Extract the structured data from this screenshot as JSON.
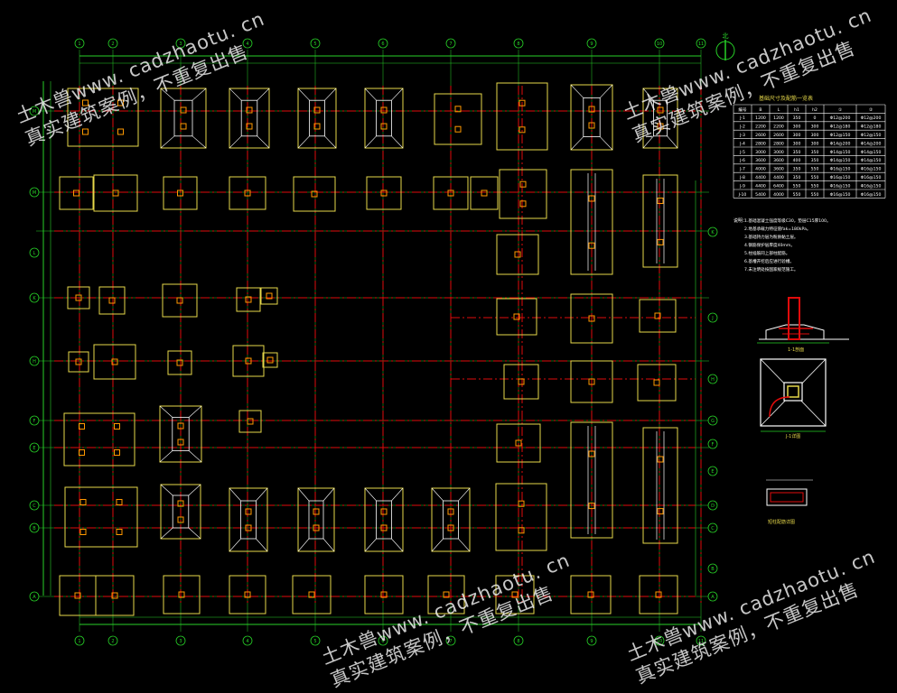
{
  "drawing": {
    "background": "#000000",
    "colors": {
      "axis": "#e10b0b",
      "footing": "#e6d84a",
      "grid": "#27d127",
      "label": "#e6d84a",
      "table": "#ffffff",
      "watermark": "#ffffff",
      "pier": "#ff9900"
    },
    "north_arrow_label": "北",
    "column_axes_top": [
      "1",
      "2",
      "3",
      "4",
      "5",
      "6",
      "7",
      "8",
      "9",
      "10",
      "11"
    ],
    "column_axes_bottom": [
      "1",
      "2",
      "3",
      "4",
      "5",
      "6",
      "7",
      "8",
      "9",
      "10",
      "11"
    ],
    "row_axes_left": [
      "M",
      "M",
      "L",
      "K",
      "H",
      "F",
      "E",
      "C",
      "B",
      "A"
    ],
    "row_axes_right": [
      "K",
      "J",
      "H",
      "G",
      "F",
      "E",
      "D",
      "C",
      "B",
      "A"
    ]
  },
  "schedule_table": {
    "title": "基础尺寸及配筋一览表",
    "headers": [
      "编号",
      "B",
      "L",
      "h1",
      "h2",
      "①",
      "②"
    ],
    "rows": [
      [
        "J-1",
        "1200",
        "1200",
        "350",
        "0",
        "Φ12@200",
        "Φ12@200"
      ],
      [
        "J-2",
        "2200",
        "2200",
        "300",
        "300",
        "Φ12@180",
        "Φ12@180"
      ],
      [
        "J-3",
        "2600",
        "2600",
        "300",
        "300",
        "Φ12@150",
        "Φ12@150"
      ],
      [
        "J-4",
        "2800",
        "2800",
        "300",
        "300",
        "Φ14@200",
        "Φ14@200"
      ],
      [
        "J-5",
        "3000",
        "3000",
        "350",
        "350",
        "Φ14@150",
        "Φ14@150"
      ],
      [
        "J-6",
        "3600",
        "3600",
        "400",
        "350",
        "Φ14@150",
        "Φ14@150"
      ],
      [
        "J-7",
        "4000",
        "3600",
        "350",
        "550",
        "Φ16@150",
        "Φ16@150"
      ],
      [
        "J-8",
        "4400",
        "4400",
        "350",
        "550",
        "Φ16@150",
        "Φ16@150"
      ],
      [
        "J-9",
        "4400",
        "6400",
        "550",
        "550",
        "Φ16@150",
        "Φ16@150"
      ],
      [
        "J-10",
        "5400",
        "4000",
        "550",
        "550",
        "Φ16@150",
        "Φ16@150"
      ]
    ]
  },
  "notes": {
    "heading": "说明：",
    "lines": [
      "1.基础混凝土强度等级C30，垫层C15厚100。",
      "2.地基承载力特征值fak=180kPa。",
      "3.基础持力层为粉质黏土层。",
      "4.钢筋保护层厚度40mm。",
      "5.柱插筋同上部柱配筋。",
      "6.基槽开挖后应进行验槽。",
      "7.未注明处按国家规范施工。"
    ]
  },
  "details": {
    "section_label": "1-1剖面",
    "plan_label": "J-1详图",
    "pier_label": "短柱配筋详图"
  },
  "watermarks": [
    {
      "line1": "土木兽www. cadzhaotu. cn",
      "line2": "真实建筑案例，不重复出售"
    },
    {
      "line1": "土木兽www. cadzhaotu. cn",
      "line2": "真实建筑案例，不重复出售"
    },
    {
      "line1": "土木兽www. cadzhaotu. cn",
      "line2": "真实建筑案例，不重复出售"
    },
    {
      "line1": "土木兽www. cadzhaotu. cn",
      "line2": "真实建筑案例，不重复出售"
    }
  ]
}
